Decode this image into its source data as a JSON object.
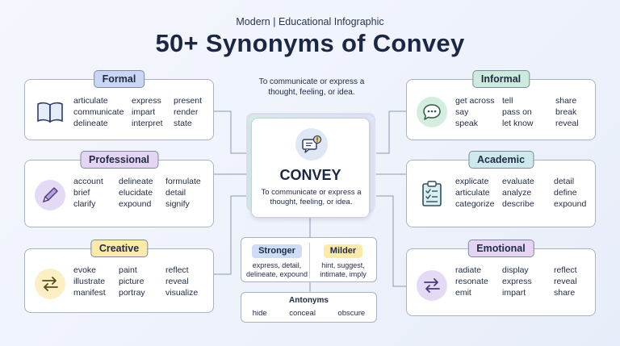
{
  "header": {
    "subtitle": "Modern | Educational Infographic",
    "title": "50+ Synonyms of Convey"
  },
  "center": {
    "top_definition": "To communicate or express a thought, feeling, or idea.",
    "word": "CONVEY",
    "definition": "To communicate or express a thought, feeling, or idea."
  },
  "categories": [
    {
      "key": "formal",
      "label": "Formal",
      "icon": "book-icon",
      "color": "#c9d6f5",
      "icon_bg": "#dfe7f8",
      "words": [
        "articulate",
        "express",
        "present",
        "communicate",
        "impart",
        "render",
        "delineate",
        "interpret",
        "state"
      ]
    },
    {
      "key": "professional",
      "label": "Professional",
      "icon": "pen-icon",
      "color": "#e3d5f3",
      "icon_bg": "#e4daf5",
      "words": [
        "account",
        "delineate",
        "formulate",
        "brief",
        "elucidate",
        "detail",
        "clarify",
        "expound",
        "signify"
      ]
    },
    {
      "key": "creative",
      "label": "Creative",
      "icon": "swap-arrows-icon",
      "color": "#fbeaa8",
      "icon_bg": "#fbefc3",
      "words": [
        "evoke",
        "paint",
        "reflect",
        "illustrate",
        "picture",
        "reveal",
        "manifest",
        "portray",
        "visualize"
      ]
    },
    {
      "key": "informal",
      "label": "Informal",
      "icon": "chat-bubble-icon",
      "color": "#cdebdc",
      "icon_bg": "#d3eddf",
      "words": [
        "get across",
        "tell",
        "share",
        "say",
        "pass on",
        "break",
        "speak",
        "let know",
        "reveal"
      ]
    },
    {
      "key": "academic",
      "label": "Academic",
      "icon": "clipboard-icon",
      "color": "#cde9ec",
      "icon_bg": "#d3ecef",
      "words": [
        "explicate",
        "evaluate",
        "detail",
        "articulate",
        "analyze",
        "define",
        "categorize",
        "describe",
        "expound"
      ]
    },
    {
      "key": "emotional",
      "label": "Emotional",
      "icon": "swap-arrows-icon",
      "color": "#e3d5f3",
      "icon_bg": "#e4daf5",
      "words": [
        "radiate",
        "display",
        "reflect",
        "resonate",
        "express",
        "reveal",
        "emit",
        "impart",
        "share"
      ]
    }
  ],
  "stronger": {
    "label": "Stronger",
    "words": "express, detail, delineate, expound",
    "color": "#cfdcf6"
  },
  "milder": {
    "label": "Milder",
    "words": "hint, suggest, intimate, imply",
    "color": "#fbeaa8"
  },
  "antonyms": {
    "label": "Antonyms",
    "words": [
      "hide",
      "conceal",
      "obscure"
    ]
  }
}
